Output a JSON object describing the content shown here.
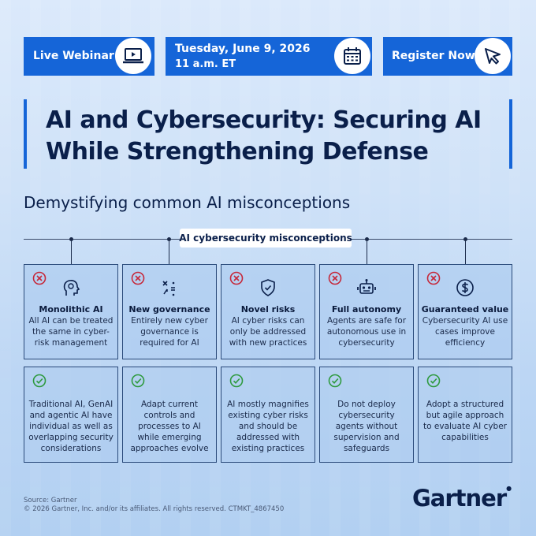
{
  "colors": {
    "accent": "#1565d8",
    "navy": "#0a1f4a",
    "ok_green": "#2e9a3e",
    "bad_red": "#c6283a"
  },
  "header": {
    "webinar_label": "Live Webinar",
    "date": "Tuesday, June 9, 2026",
    "time": "11 a.m. ET",
    "register_label": "Register Now",
    "icons": [
      "laptop-play-icon",
      "calendar-icon",
      "cursor-arrow-icon"
    ]
  },
  "title": "AI and Cybersecurity: Securing AI While Strengthening Defense",
  "subtitle": "Demystifying common AI misconceptions",
  "section_label": "AI cybersecurity misconceptions",
  "misconceptions": [
    {
      "icon": "head-chip-icon",
      "title": "Monolithic AI",
      "desc": "All AI can be treated the same in cyber-risk management",
      "reality": "Traditional AI, GenAI and agentic AI have individual as well as overlapping security considerations"
    },
    {
      "icon": "shapes-icon",
      "title": "New governance",
      "desc": "Entirely new cyber governance is required for AI",
      "reality": "Adapt current controls and processes to AI while emerging approaches evolve"
    },
    {
      "icon": "shield-icon",
      "title": "Novel risks",
      "desc": "AI cyber risks can only be addressed with new practices",
      "reality": "AI mostly magnifies existing cyber risks and should be addressed with existing practices"
    },
    {
      "icon": "robot-icon",
      "title": "Full autonomy",
      "desc": "Agents are safe for autonomous use in cybersecurity",
      "reality": "Do not deploy cybersecurity agents without supervision and safeguards"
    },
    {
      "icon": "dollar-icon",
      "title": "Guaranteed value",
      "desc": "Cybersecurity AI use cases improve efficiency",
      "reality": "Adopt a structured but agile approach to evaluate AI cyber capabilities"
    }
  ],
  "footer": {
    "source": "Source: Gartner",
    "copyright": "© 2026 Gartner, Inc. and/or its affiliates. All rights reserved. CTMKT_4867450",
    "logo": "Gartner"
  }
}
